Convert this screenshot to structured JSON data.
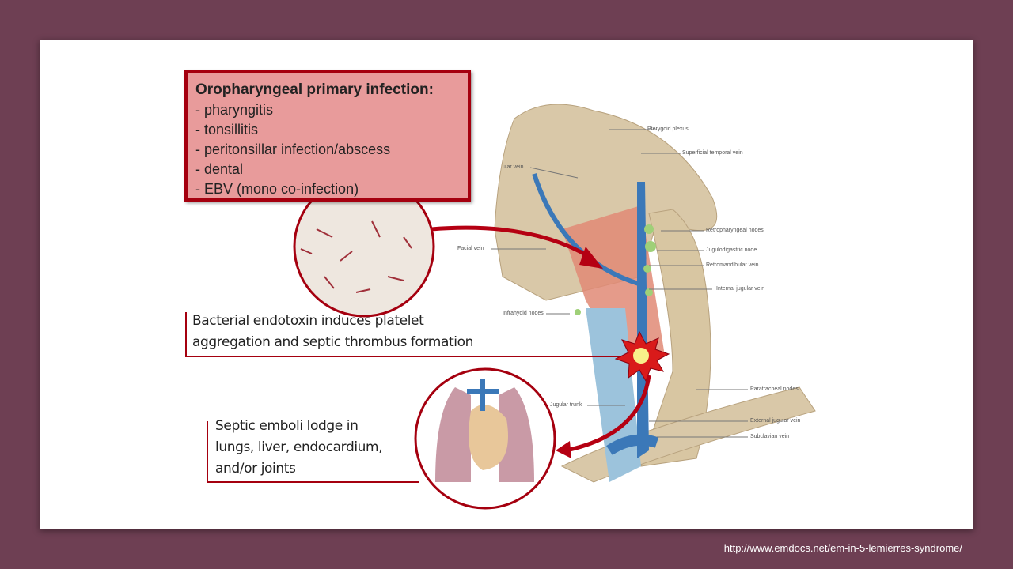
{
  "infobox": {
    "title": "Oropharyngeal primary infection:",
    "items": [
      "- pharyngitis",
      "- tonsillitis",
      "- peritonsillar infection/abscess",
      "- dental",
      "- EBV (mono co-infection)"
    ]
  },
  "captions": {
    "endotoxin": [
      "Bacterial endotoxin induces platelet",
      "aggregation and septic thrombus formation"
    ],
    "emboli": [
      "Septic emboli lodge in",
      "lungs, liver, endocardium,",
      "and/or joints"
    ]
  },
  "labels": {
    "pterygoid": "Pterygoid plexus",
    "sup_temporal": "Superficial temporal vein",
    "ular_vein": "ular vein",
    "retropharyngeal": "Retropharyngeal nodes",
    "jugulodigastric": "Jugulodigastric node",
    "retromandibular": "Retromandibular vein",
    "facial": "Facial vein",
    "internal_jugular": "Internal jugular vein",
    "infrahyoid": "Infrahyoid nodes",
    "paratracheal": "Paratracheal nodes",
    "jugular_trunk": "Jugular trunk",
    "external_jugular": "External jugular vein",
    "subclavian": "Subclavian vein"
  },
  "source_url": "http://www.emdocs.net/em-in-5-lemierres-syndrome/",
  "colors": {
    "background": "#6e3f53",
    "accent": "#a5000f",
    "box_fill": "#e89b9b"
  }
}
